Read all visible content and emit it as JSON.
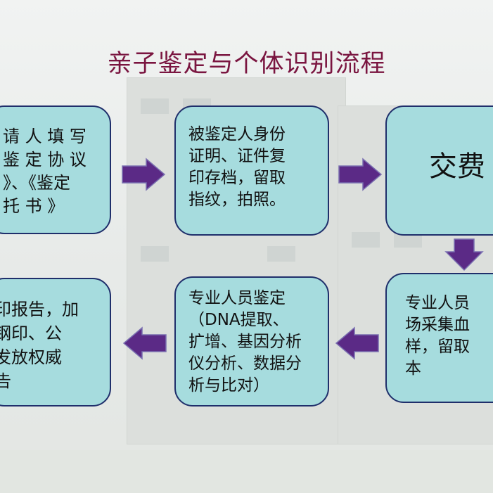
{
  "title": "亲子鉴定与个体识别流程",
  "colors": {
    "box_fill": "#a6dcde",
    "box_border": "#1f2f6b",
    "arrow": "#5b2a86",
    "title": "#7a1540"
  },
  "steps": {
    "step1": {
      "lines": [
        "请 人 填 写",
        "鉴 定 协 议",
        "》、《鉴定",
        "托  书 》"
      ]
    },
    "step2": {
      "lines": [
        "被鉴定人身份",
        "证明、证件复",
        "印存档，留取",
        "指纹，拍照。"
      ]
    },
    "step3": {
      "lines": [
        "交费"
      ]
    },
    "step4": {
      "lines": [
        "专业人员",
        "场采集血",
        "样，留取",
        "本"
      ]
    },
    "step5": {
      "lines": [
        "专业人员鉴定",
        "（DNA提取、",
        "扩增、基因分析",
        "仪分析、数据分",
        "析与比对）"
      ]
    },
    "step6": {
      "lines": [
        "印报告，加",
        "钢印、公",
        "  发放权威",
        "告"
      ]
    }
  }
}
